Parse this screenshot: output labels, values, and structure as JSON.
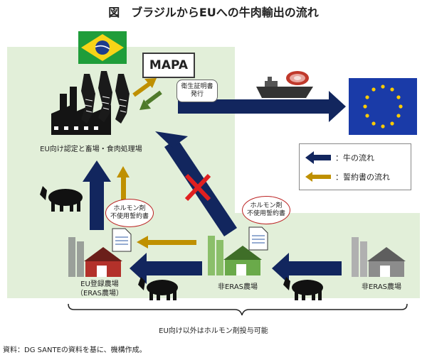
{
  "title": "図　ブラジルからEUへの牛肉輸出の流れ",
  "mapa": "MAPA",
  "certificate_bubble": [
    "衛生証明書",
    "発行"
  ],
  "hormone_bubble": [
    "ホルモン剤",
    "不使用誓約書"
  ],
  "slaughterhouse_label": "EU向け認定と畜場・食肉処理場",
  "farm_labels": {
    "eu_registered": [
      "EU登録農場",
      "（ERAS農場）"
    ],
    "non_eras_middle": "非ERAS農場",
    "non_eras_right": "非ERAS農場"
  },
  "legend": {
    "cattle_flow": "：牛の流れ",
    "pledge_flow": "：誓約書の流れ"
  },
  "bracket_note": "EU向け以外はホルモン剤投与可能",
  "source": "資料：DG SANTEの資料を基に、機構作成。",
  "colors": {
    "navy_arrow": "#12265e",
    "gold_arrow": "#bf9000",
    "green_arrow": "#4e7a2a",
    "panel_green": "#e2efd9",
    "cross_red": "#e02020",
    "barn_red": "#b3312a",
    "barn_green": "#6aaa4a",
    "barn_gray": "#8c8c8c"
  }
}
